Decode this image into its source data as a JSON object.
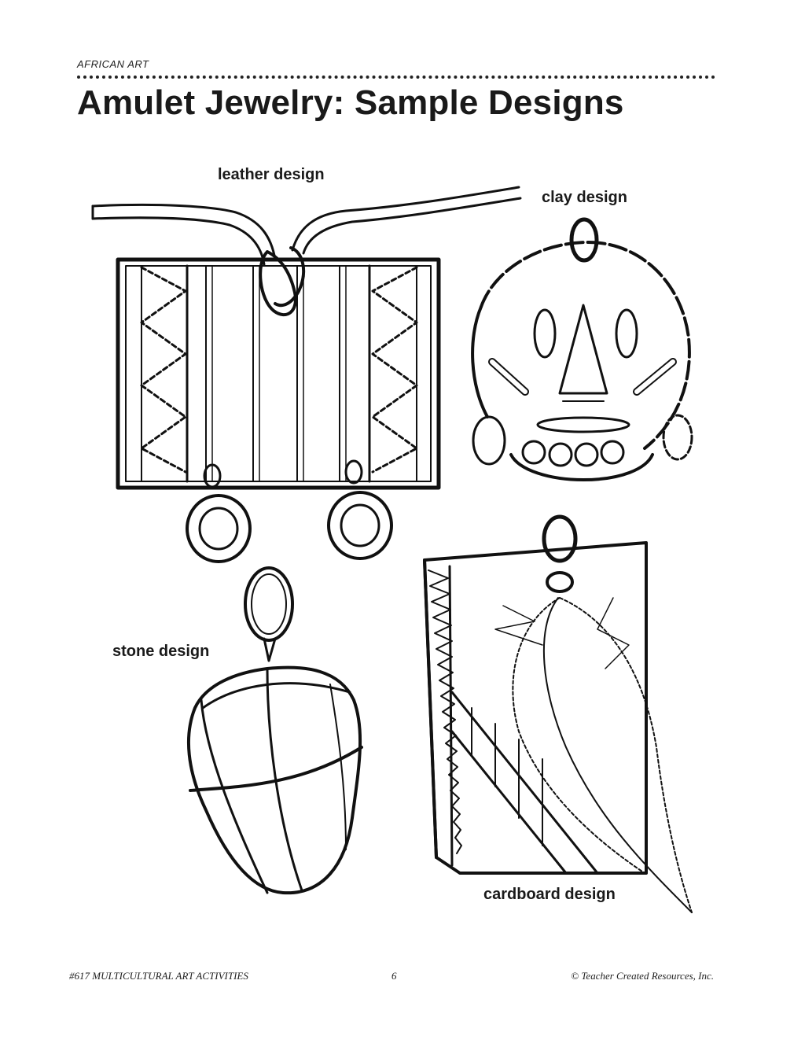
{
  "header": {
    "section_label": "AFRICAN ART",
    "title": "Amulet Jewelry: Sample Designs"
  },
  "captions": {
    "leather": "leather design",
    "clay": "clay design",
    "stone": "stone design",
    "cardboard": "cardboard design"
  },
  "footer": {
    "left": "#617 MULTICULTURAL ART ACTIVITIES",
    "page_number": "6",
    "right": "© Teacher Created Resources, Inc."
  }
}
